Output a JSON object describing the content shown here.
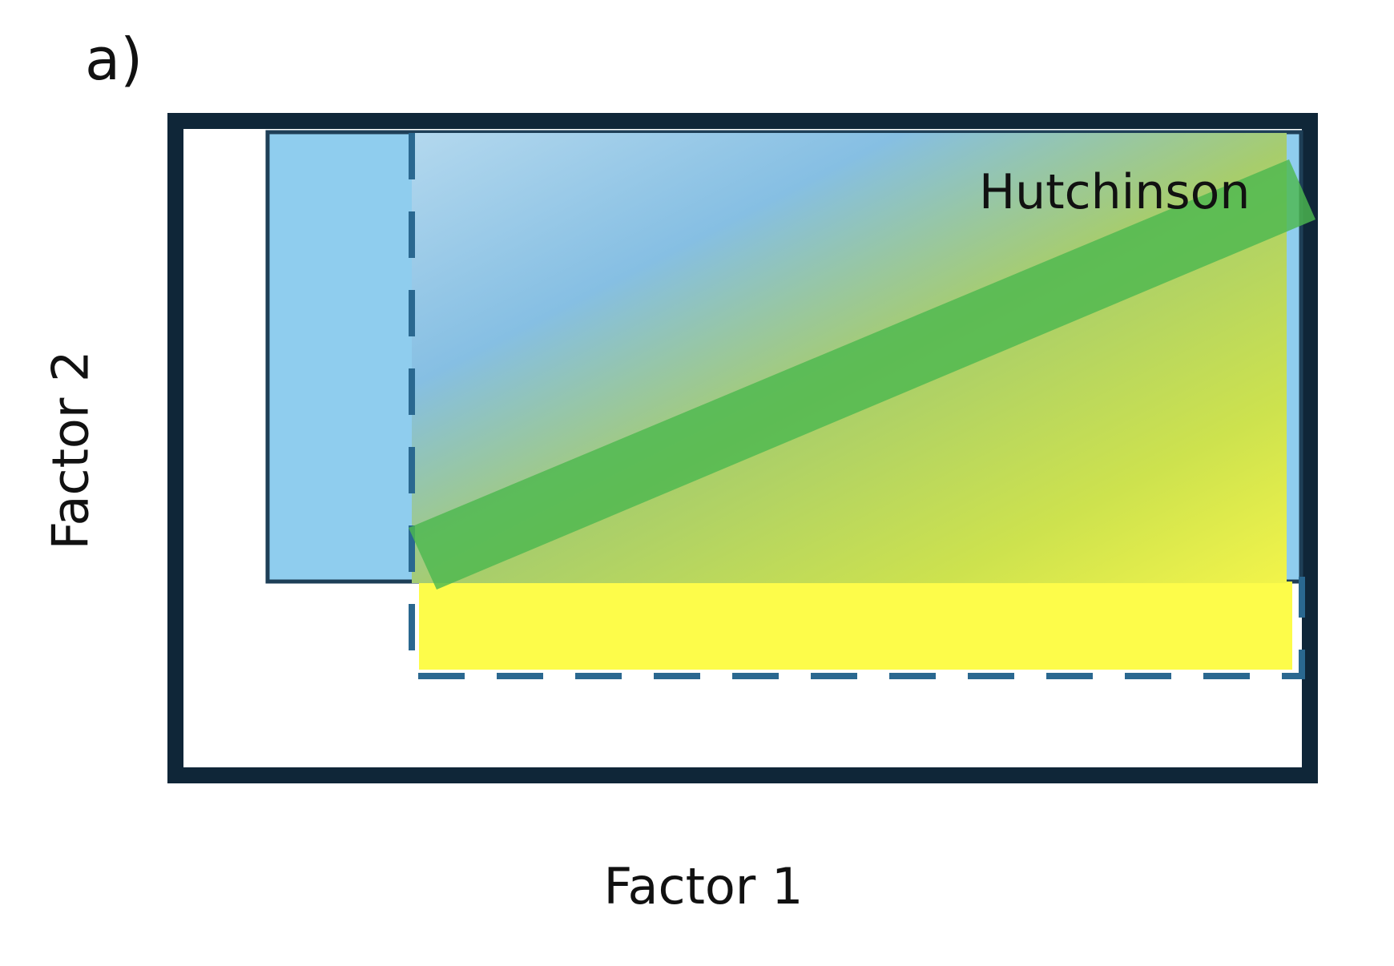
{
  "panel": {
    "label": "a)"
  },
  "axes": {
    "x_label": "Factor 1",
    "y_label": "Factor 2"
  },
  "regions": {
    "hutchinson_label": "Hutchinson"
  },
  "colors": {
    "frame": "#0f2638",
    "blue_region": "#8fcdee",
    "blue_border": "#1e3f57",
    "yellow_region": "#fdfc4a",
    "dashed_border": "#2a6890",
    "green_band": "#4db84f"
  }
}
